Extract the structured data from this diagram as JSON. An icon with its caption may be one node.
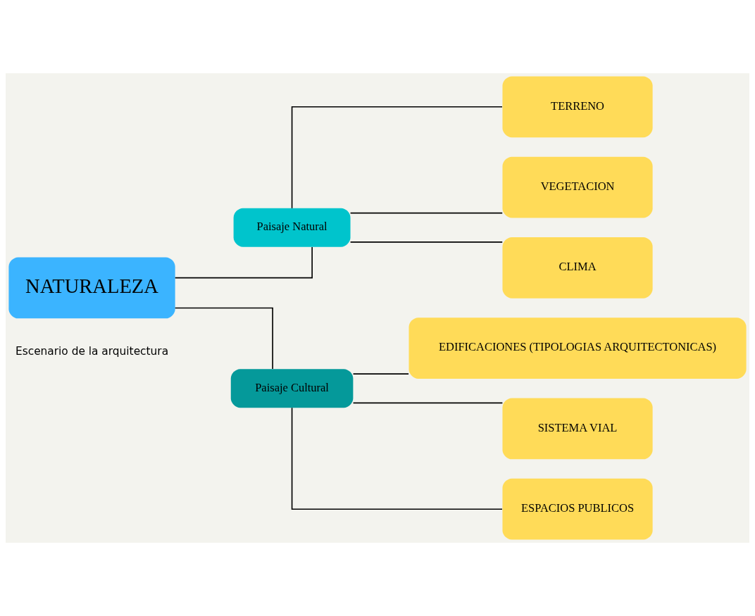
{
  "diagram": {
    "nodes": [
      {
        "text": [
          "NATURALEZA"
        ],
        "beside": [
          "Escenario de la arquitectura"
        ]
      },
      {
        "text": [
          "Paisaje Natural"
        ]
      },
      {
        "text": [
          "Paisaje Cultural"
        ]
      },
      {
        "text": [
          "TERRENO"
        ]
      },
      {
        "text": [
          "VEGETACION"
        ]
      },
      {
        "text": [
          "CLIMA"
        ]
      },
      {
        "text": [
          "EDIFICACIONES (TIPOLOGIAS ARQUITECTONICAS)"
        ]
      },
      {
        "text": [
          "SISTEMA VIAL"
        ]
      },
      {
        "text": [
          "ESPACIOS PUBLICOS"
        ]
      }
    ],
    "edges": [
      {
        "from": 0,
        "to": 1,
        "arrow": "none"
      },
      {
        "from": 0,
        "to": 2,
        "arrow": "none"
      },
      {
        "from": 1,
        "to": 3,
        "arrow": "none"
      },
      {
        "from": 1,
        "to": 4,
        "arrow": "none"
      },
      {
        "from": 1,
        "to": 5,
        "arrow": "none"
      },
      {
        "from": 2,
        "to": 6,
        "arrow": "none"
      },
      {
        "from": 2,
        "to": 7,
        "arrow": "none"
      },
      {
        "from": 2,
        "to": 8,
        "arrow": "none"
      }
    ]
  }
}
